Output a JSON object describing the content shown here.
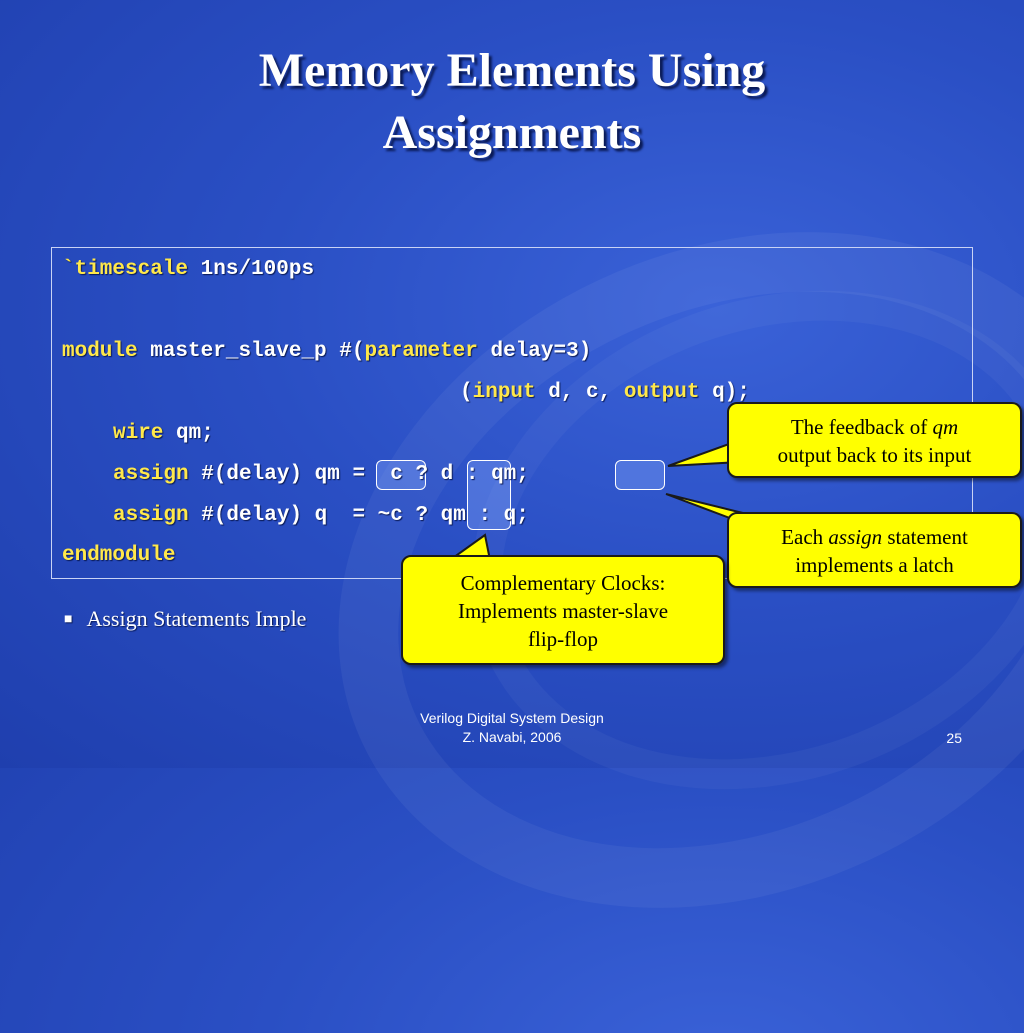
{
  "slide": {
    "title_line1": "Memory Elements Using",
    "title_line2": "Assignments",
    "code": {
      "l1_kw": "`timescale",
      "l1_rest": " 1ns/100ps",
      "l2_kw1": "module",
      "l2_mid": " master_slave_p #(",
      "l2_kw2": "parameter",
      "l2_rest": " delay=3)",
      "l3_pre": "(",
      "l3_kw1": "input",
      "l3_mid": " d, c, ",
      "l3_kw2": "output",
      "l3_rest": " q);",
      "l4_kw": "wire",
      "l4_rest": " qm;",
      "l5_kw": "assign",
      "l5_rest": " #(delay) qm =  c ? d : qm;",
      "l6_kw": "assign",
      "l6_rest": " #(delay) q  = ~c ? qm : q;",
      "l7_kw": "endmodule"
    },
    "bullet_text": "Assign Statements Imple",
    "callouts": {
      "feedback_pre": "The feedback of ",
      "feedback_em": "qm",
      "feedback_post": "output back to its input",
      "assign_pre": "Each ",
      "assign_em": "assign",
      "assign_mid": " statement",
      "assign_post": "implements a latch",
      "clocks_l1": "Complementary Clocks:",
      "clocks_l2": "Implements master-slave",
      "clocks_l3": "flip-flop"
    },
    "footer_line1": "Verilog Digital System Design",
    "footer_line2": "Z. Navabi, 2006",
    "page_number": "25"
  }
}
